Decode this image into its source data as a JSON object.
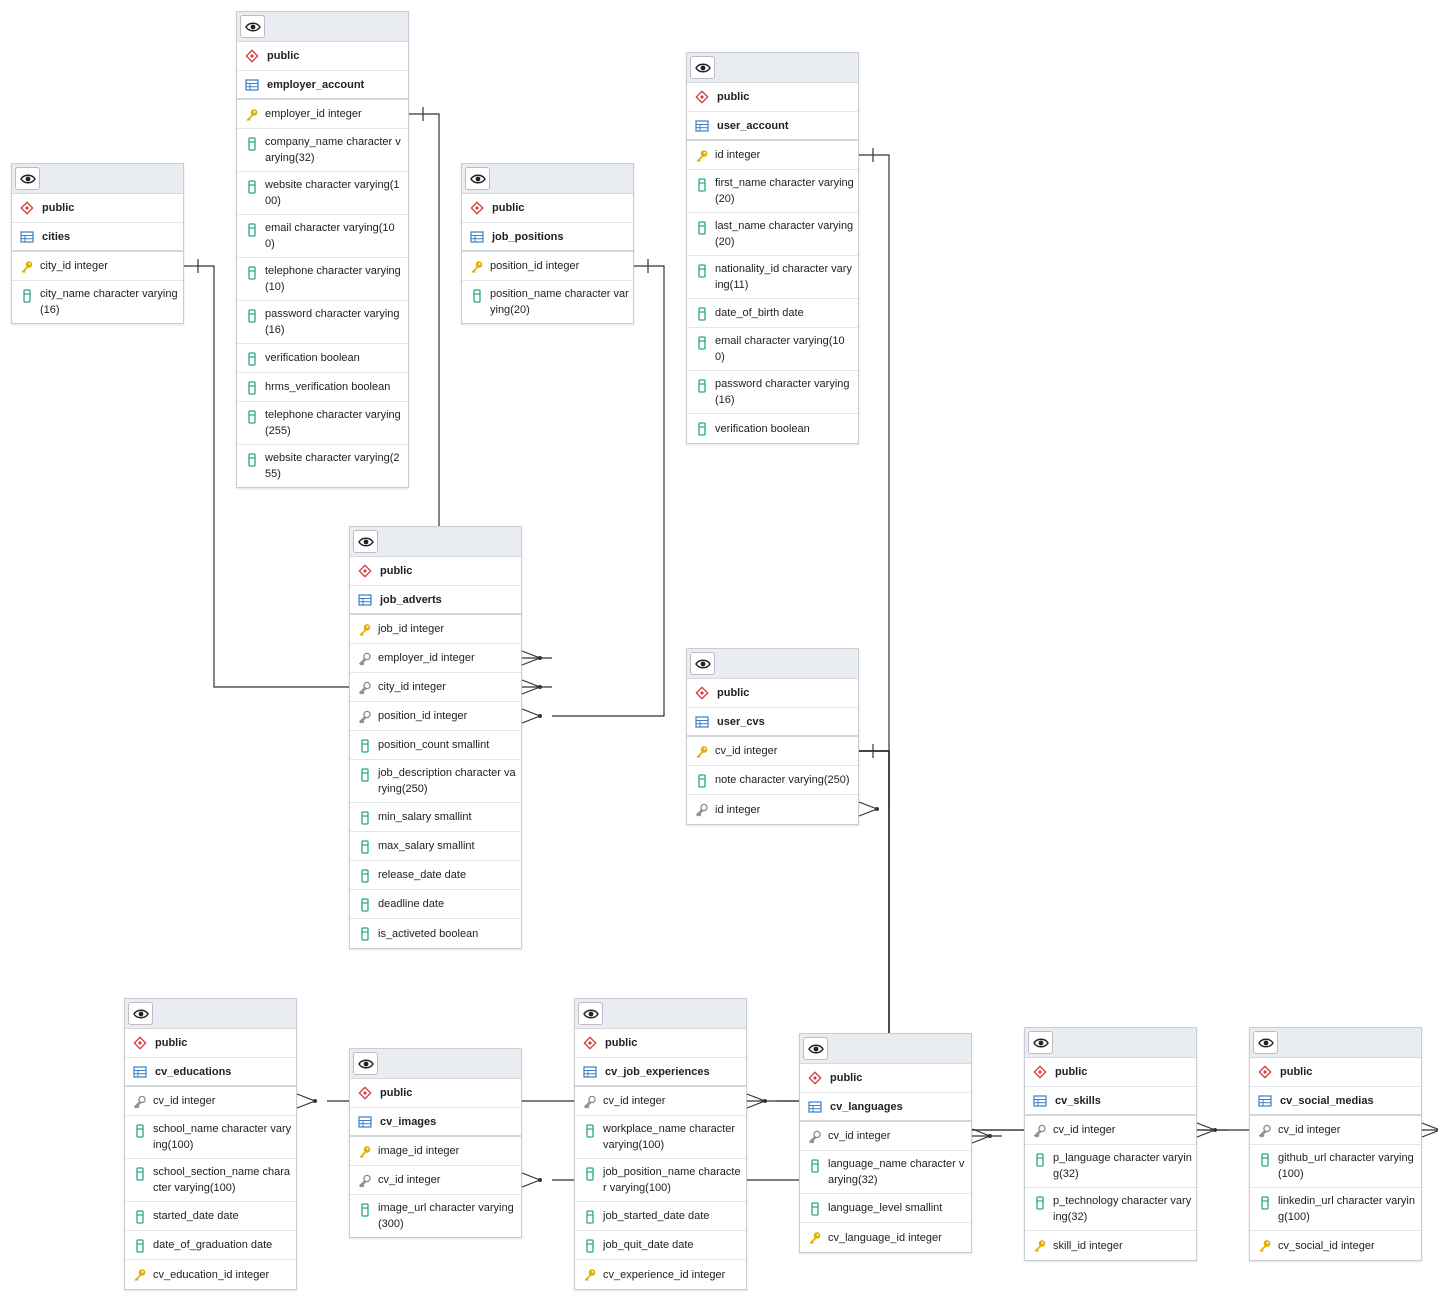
{
  "tables": [
    {
      "id": "cities",
      "schema": "public",
      "name": "cities",
      "columns": [
        {
          "name": "city_id integer",
          "kind": "pk"
        },
        {
          "name": "city_name character varying(16)",
          "kind": "col"
        }
      ]
    },
    {
      "id": "employer_account",
      "schema": "public",
      "name": "employer_account",
      "columns": [
        {
          "name": "employer_id integer",
          "kind": "pk"
        },
        {
          "name": "company_name character varying(32)",
          "kind": "col"
        },
        {
          "name": "website character varying(100)",
          "kind": "col"
        },
        {
          "name": "email character varying(100)",
          "kind": "col"
        },
        {
          "name": "telephone character varying(10)",
          "kind": "col"
        },
        {
          "name": "password character varying(16)",
          "kind": "col"
        },
        {
          "name": "verification boolean",
          "kind": "col"
        },
        {
          "name": "hrms_verification boolean",
          "kind": "col"
        },
        {
          "name": "telephone character varying(255)",
          "kind": "col"
        },
        {
          "name": "website character varying(255)",
          "kind": "col"
        }
      ]
    },
    {
      "id": "job_positions",
      "schema": "public",
      "name": "job_positions",
      "columns": [
        {
          "name": "position_id integer",
          "kind": "pk"
        },
        {
          "name": "position_name character varying(20)",
          "kind": "col"
        }
      ]
    },
    {
      "id": "user_account",
      "schema": "public",
      "name": "user_account",
      "columns": [
        {
          "name": "id integer",
          "kind": "pk"
        },
        {
          "name": "first_name character varying(20)",
          "kind": "col"
        },
        {
          "name": "last_name character varying(20)",
          "kind": "col"
        },
        {
          "name": "nationality_id character varying(11)",
          "kind": "col"
        },
        {
          "name": "date_of_birth date",
          "kind": "col"
        },
        {
          "name": "email character varying(100)",
          "kind": "col"
        },
        {
          "name": "password character varying(16)",
          "kind": "col"
        },
        {
          "name": "verification boolean",
          "kind": "col"
        }
      ]
    },
    {
      "id": "job_adverts",
      "schema": "public",
      "name": "job_adverts",
      "columns": [
        {
          "name": "job_id integer",
          "kind": "pk"
        },
        {
          "name": "employer_id integer",
          "kind": "fk"
        },
        {
          "name": "city_id integer",
          "kind": "fk"
        },
        {
          "name": "position_id integer",
          "kind": "fk"
        },
        {
          "name": "position_count smallint",
          "kind": "col"
        },
        {
          "name": "job_description character varying(250)",
          "kind": "col"
        },
        {
          "name": "min_salary smallint",
          "kind": "col"
        },
        {
          "name": "max_salary smallint",
          "kind": "col"
        },
        {
          "name": "release_date date",
          "kind": "col"
        },
        {
          "name": "deadline date",
          "kind": "col"
        },
        {
          "name": "is_activeted boolean",
          "kind": "col"
        }
      ]
    },
    {
      "id": "user_cvs",
      "schema": "public",
      "name": "user_cvs",
      "columns": [
        {
          "name": "cv_id integer",
          "kind": "pk"
        },
        {
          "name": "note character varying(250)",
          "kind": "col"
        },
        {
          "name": "id integer",
          "kind": "fk"
        }
      ]
    },
    {
      "id": "cv_educations",
      "schema": "public",
      "name": "cv_educations",
      "columns": [
        {
          "name": "cv_id integer",
          "kind": "fk"
        },
        {
          "name": "school_name character varying(100)",
          "kind": "col"
        },
        {
          "name": "school_section_name character varying(100)",
          "kind": "col"
        },
        {
          "name": "started_date date",
          "kind": "col"
        },
        {
          "name": "date_of_graduation date",
          "kind": "col"
        },
        {
          "name": "cv_education_id integer",
          "kind": "pk"
        }
      ]
    },
    {
      "id": "cv_images",
      "schema": "public",
      "name": "cv_images",
      "columns": [
        {
          "name": "image_id integer",
          "kind": "pk"
        },
        {
          "name": "cv_id integer",
          "kind": "fk"
        },
        {
          "name": "image_url character varying(300)",
          "kind": "col"
        }
      ]
    },
    {
      "id": "cv_job_experiences",
      "schema": "public",
      "name": "cv_job_experiences",
      "columns": [
        {
          "name": "cv_id integer",
          "kind": "fk"
        },
        {
          "name": "workplace_name character varying(100)",
          "kind": "col"
        },
        {
          "name": "job_position_name character varying(100)",
          "kind": "col"
        },
        {
          "name": "job_started_date date",
          "kind": "col"
        },
        {
          "name": "job_quit_date date",
          "kind": "col"
        },
        {
          "name": "cv_experience_id integer",
          "kind": "pk"
        }
      ]
    },
    {
      "id": "cv_languages",
      "schema": "public",
      "name": "cv_languages",
      "columns": [
        {
          "name": "cv_id integer",
          "kind": "fk"
        },
        {
          "name": "language_name character varying(32)",
          "kind": "col"
        },
        {
          "name": "language_level smallint",
          "kind": "col"
        },
        {
          "name": "cv_language_id integer",
          "kind": "pk"
        }
      ]
    },
    {
      "id": "cv_skills",
      "schema": "public",
      "name": "cv_skills",
      "columns": [
        {
          "name": "cv_id integer",
          "kind": "fk"
        },
        {
          "name": "p_language character varying(32)",
          "kind": "col"
        },
        {
          "name": "p_technology character varying(32)",
          "kind": "col"
        },
        {
          "name": "skill_id integer",
          "kind": "pk"
        }
      ]
    },
    {
      "id": "cv_social_medias",
      "schema": "public",
      "name": "cv_social_medias",
      "columns": [
        {
          "name": "cv_id integer",
          "kind": "fk"
        },
        {
          "name": "github_url character varying(100)",
          "kind": "col"
        },
        {
          "name": "linkedin_url character varying(100)",
          "kind": "col"
        },
        {
          "name": "cv_social_id integer",
          "kind": "pk"
        }
      ]
    }
  ],
  "relations": [
    {
      "from": "employer_account.employer_id",
      "to": "job_adverts.employer_id"
    },
    {
      "from": "cities.city_id",
      "to": "job_adverts.city_id"
    },
    {
      "from": "job_positions.position_id",
      "to": "job_adverts.position_id"
    },
    {
      "from": "user_account.id",
      "to": "user_cvs.id"
    },
    {
      "from": "user_cvs.cv_id",
      "to": "cv_educations.cv_id"
    },
    {
      "from": "user_cvs.cv_id",
      "to": "cv_images.cv_id"
    },
    {
      "from": "user_cvs.cv_id",
      "to": "cv_job_experiences.cv_id"
    },
    {
      "from": "user_cvs.cv_id",
      "to": "cv_languages.cv_id"
    },
    {
      "from": "user_cvs.cv_id",
      "to": "cv_skills.cv_id"
    },
    {
      "from": "user_cvs.cv_id",
      "to": "cv_social_medias.cv_id"
    }
  ],
  "colors": {
    "pk_key": "#e0b000",
    "fk_key": "#8a8a8a",
    "column": "#2aa58a",
    "schema": "#d23b3b",
    "table": "#3a7fc8",
    "line": "#333333"
  },
  "icons": {
    "eye": "eye-icon",
    "schema": "schema-icon",
    "table": "table-icon",
    "pk": "primary-key-icon",
    "fk": "foreign-key-icon",
    "column": "column-icon"
  }
}
